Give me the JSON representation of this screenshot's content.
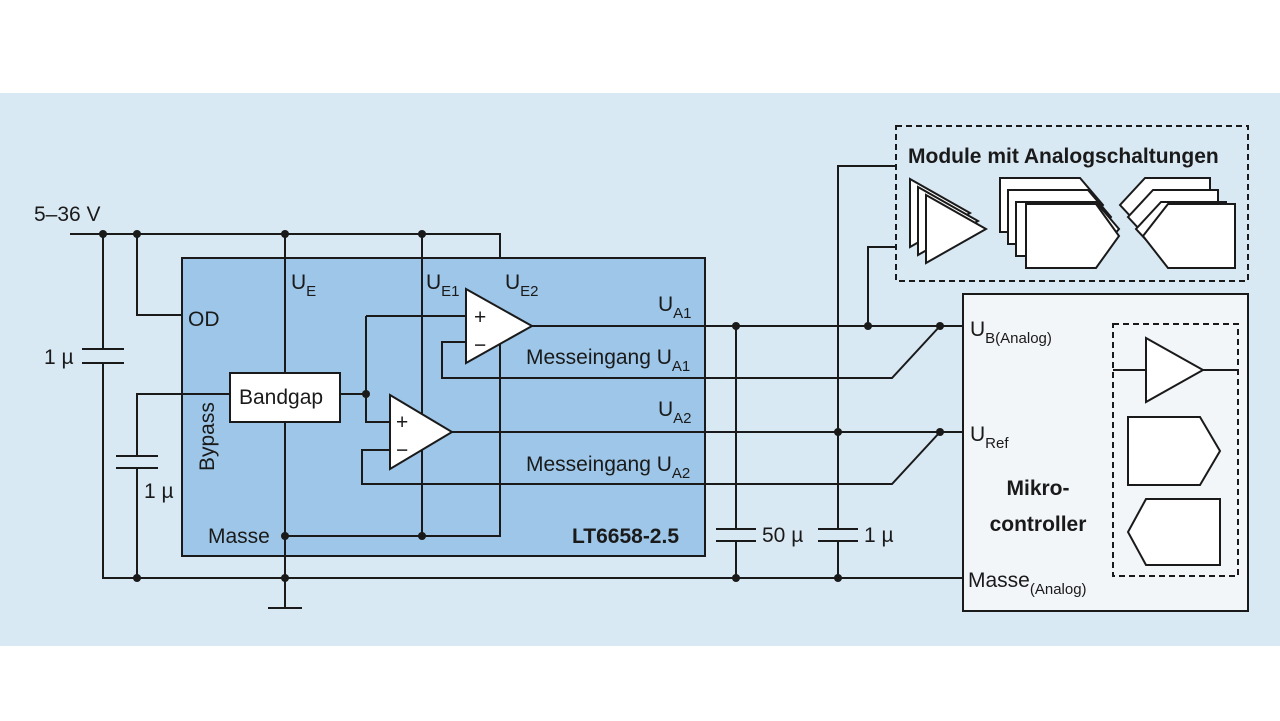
{
  "colors": {
    "background": "#d9e9f4",
    "chip": "#9dc6e8",
    "box": "#f2f6f9",
    "line": "#1a1a1a"
  },
  "supply": {
    "voltage": "5–36 V"
  },
  "caps": {
    "input": "1 µ",
    "bypass": "1 µ",
    "out50": "50 µ",
    "out1": "1 µ"
  },
  "chip": {
    "part_no": "LT6658-2.5",
    "pin_ue": "U",
    "pin_ue_sub": "E",
    "pin_ue1": "U",
    "pin_ue1_sub": "E1",
    "pin_ue2": "U",
    "pin_ue2_sub": "E2",
    "pin_od": "OD",
    "pin_bypass": "Bypass",
    "pin_masse": "Masse",
    "bandgap": "Bandgap",
    "out_ua1": "U",
    "out_ua1_sub": "A1",
    "sense_ua1": "Messeingang U",
    "sense_ua1_sub": "A1",
    "out_ua2": "U",
    "out_ua2_sub": "A2",
    "sense_ua2": "Messeingang U",
    "sense_ua2_sub": "A2",
    "plus": "+",
    "minus": "−"
  },
  "modules": {
    "title": "Module mit Analogschaltungen"
  },
  "mcu": {
    "ub": "U",
    "ub_sub": "B(Analog)",
    "uref": "U",
    "uref_sub": "Ref",
    "title_line1": "Mikro-",
    "title_line2": "controller",
    "masse": "Masse",
    "masse_sub": "(Analog)"
  }
}
